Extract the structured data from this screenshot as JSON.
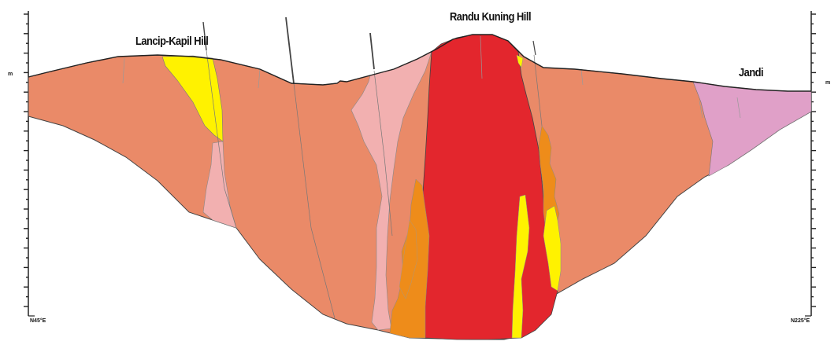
{
  "labels": {
    "lancip_kapil": "Lancip-Kapil Hill",
    "randu_kuning": "Randu Kuning Hill",
    "jandi": "Jandi"
  },
  "axes": {
    "left_top_tick": "m",
    "right_top_tick": "m",
    "left_bottom": "N45°E",
    "right_bottom": "N225°E"
  },
  "colors": {
    "host_rock": "#ea8a68",
    "main_intrusion": "#e3262d",
    "pink_dike": "#f2b0b0",
    "yellow_zone": "#fff200",
    "orange_zone": "#ee8c1a",
    "mauve_unit": "#e0a0c8",
    "outline": "#444444"
  }
}
